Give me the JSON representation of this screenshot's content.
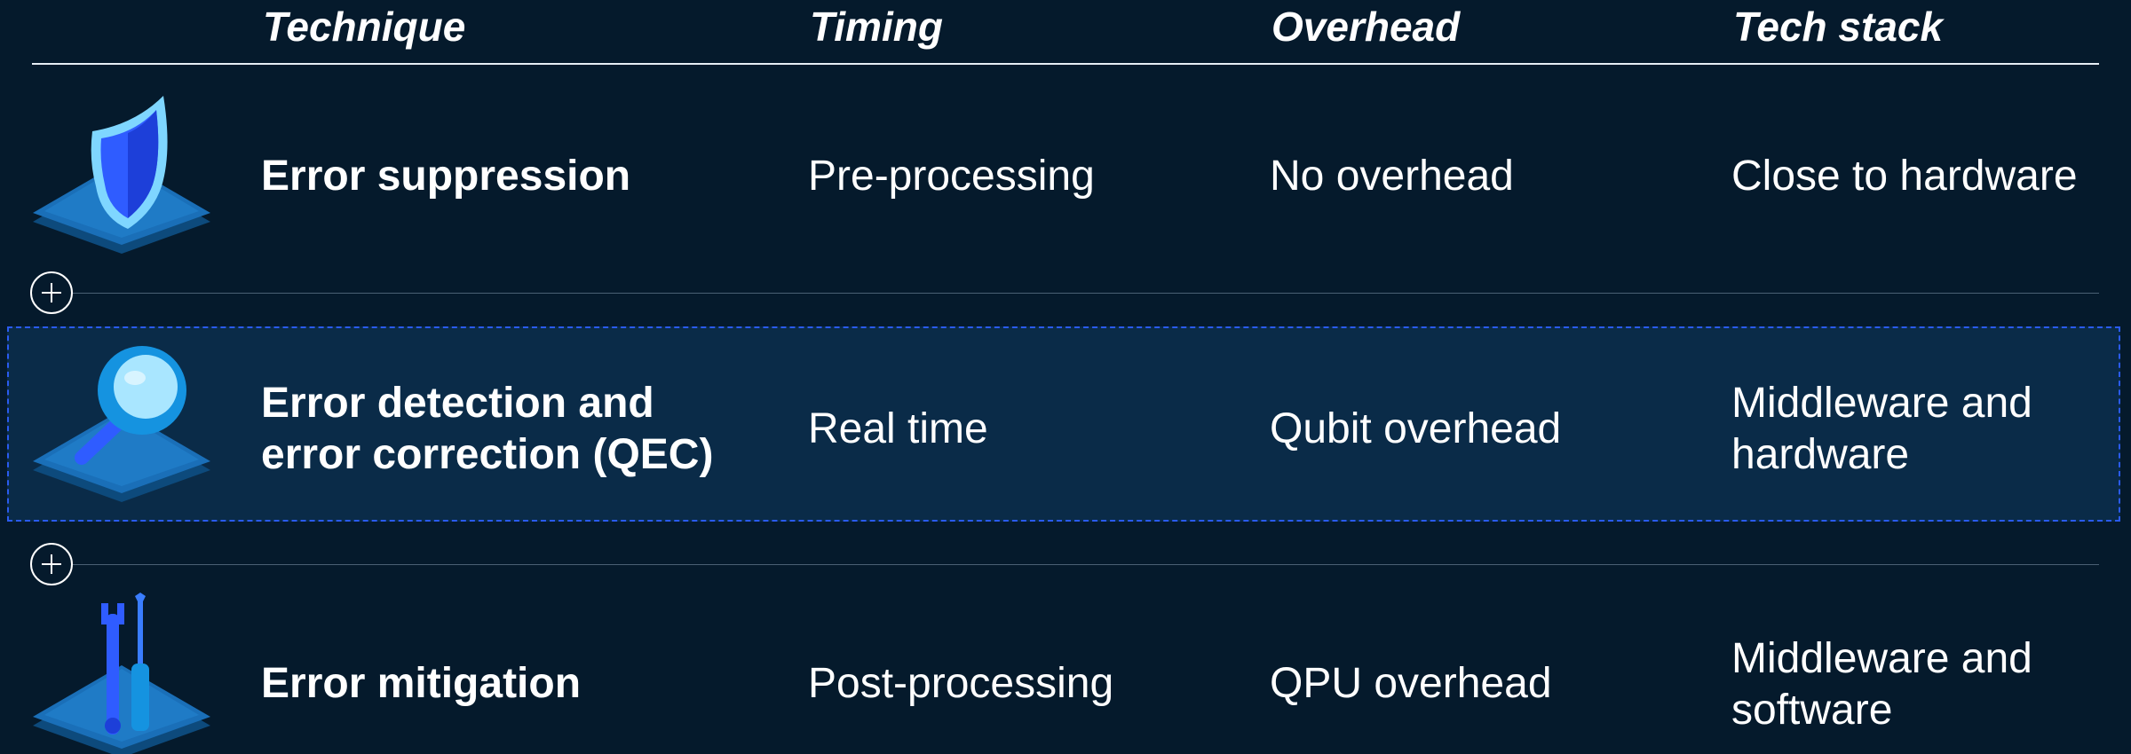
{
  "table": {
    "headers": {
      "technique": "Technique",
      "timing": "Timing",
      "overhead": "Overhead",
      "tech_stack": "Tech stack"
    },
    "rows": [
      {
        "icon": "shield-icon",
        "technique": "Error suppression",
        "timing": "Pre-processing",
        "overhead": "No overhead",
        "tech_stack": "Close to hardware"
      },
      {
        "icon": "magnifier-icon",
        "technique_line1": "Error detection and",
        "technique_line2": "error correction (QEC)",
        "timing": "Real time",
        "overhead": "Qubit overhead",
        "tech_stack_line1": "Middleware and",
        "tech_stack_line2": "hardware"
      },
      {
        "icon": "tools-icon",
        "technique": "Error mitigation",
        "timing": "Post-processing",
        "overhead": "QPU overhead",
        "tech_stack_line1": "Middleware and",
        "tech_stack_line2": "software"
      }
    ]
  },
  "colors": {
    "background": "#051a2c",
    "selected_row": "#0a2b48",
    "selection_border": "#2a5bf0",
    "icon_platform": "#1a6fb8",
    "icon_accent": "#2f5cff"
  }
}
